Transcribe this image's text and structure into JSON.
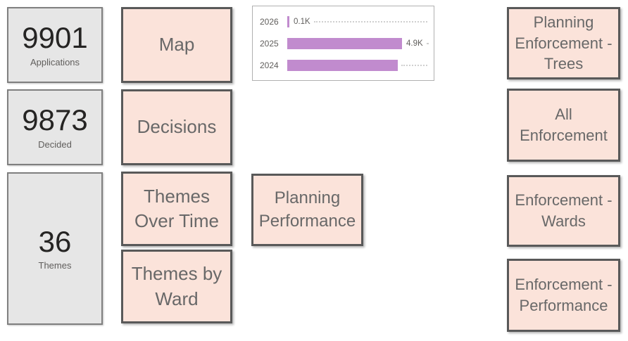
{
  "page": {
    "background": "#ffffff"
  },
  "kpi_cards": [
    {
      "value": "9901",
      "label": "Applications"
    },
    {
      "value": "9873",
      "label": "Decided"
    },
    {
      "value": "36",
      "label": "Themes"
    }
  ],
  "nav_buttons": [
    {
      "id": "map",
      "label": "Map"
    },
    {
      "id": "decisions",
      "label": "Decisions"
    },
    {
      "id": "themes-over-time",
      "label": "Themes Over Time"
    },
    {
      "id": "themes-by-ward",
      "label": "Themes by Ward"
    },
    {
      "id": "planning-performance",
      "label": "Planning Performance"
    },
    {
      "id": "planning-enforcement-trees",
      "label": "Planning Enforcement - Trees"
    },
    {
      "id": "all-enforcement",
      "label": "All Enforcement"
    },
    {
      "id": "enforcement-wards",
      "label": "Enforcement - Wards"
    },
    {
      "id": "enforcement-performance",
      "label": "Enforcement - Performance"
    }
  ],
  "chart_data": {
    "type": "bar",
    "orientation": "horizontal",
    "categories": [
      "2026",
      "2025",
      "2024"
    ],
    "values": [
      0.1,
      4.9,
      4.7
    ],
    "unit": "K",
    "data_labels": [
      "0.1K",
      "4.9K",
      ""
    ],
    "xlim": [
      0,
      6
    ],
    "grid": "dotted-row-leaders",
    "legend": false,
    "title": "",
    "xlabel": "",
    "ylabel": "",
    "bar_color": "#c18bce"
  },
  "colors": {
    "card_bg": "#e6e6e6",
    "card_border": "#7f7f7f",
    "button_bg": "#fbe3da",
    "button_border": "#595959",
    "button_text": "#686868",
    "kpi_value_text": "#252423",
    "kpi_label_text": "#605e5c",
    "chart_text": "#605e5c",
    "bar_fill": "#c18bce"
  }
}
